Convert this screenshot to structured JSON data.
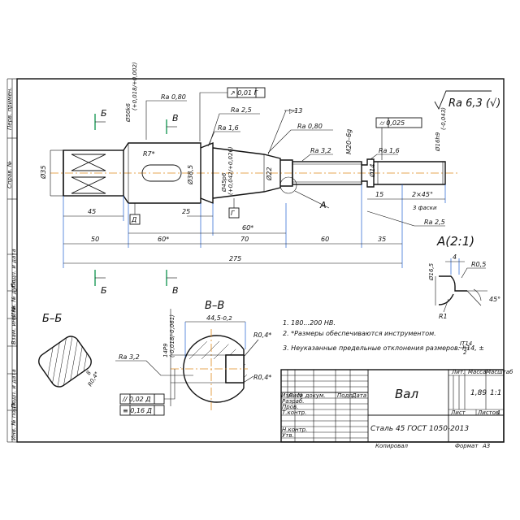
{
  "sections": {
    "b_label": "Б",
    "v_label": "В",
    "bb_title": "Б–Б",
    "vv_title": "В–В",
    "detail_title": "А(2:1)",
    "detail_callout": "А"
  },
  "roughness": {
    "general": "Ra 6,3 (√)",
    "ra080_a": "Ra 0,80",
    "ra25_a": "Ra 2,5",
    "ra16_a": "Ra 1,6",
    "ra080_b": "Ra 0,80",
    "ra32_a": "Ra 3,2",
    "ra16_b": "Ra 1,6",
    "ra25_b": "Ra 2,5",
    "ra32_b": "Ra 3,2",
    "taper": "▷13"
  },
  "tolerances": {
    "runout": "↗ 0,01 Г",
    "cyl": "⌭ 0,025",
    "parallel": "// 0,02 Д",
    "symmetry": "≡ 0,16 Д"
  },
  "dimensions": {
    "d50": "Ø50k6",
    "d50tol": "(+0,018/+0,002)",
    "d35": "Ø35",
    "d38": "Ø38,5",
    "d45": "Ø45p6",
    "d45tol": "(+0,042/+0,026)",
    "d22": "Ø22",
    "thread": "М20–6g",
    "d14": "Ø14",
    "d16": "Ø16h9",
    "d16tol": "(-0,043)",
    "r7": "R7*",
    "l45": "45",
    "l25": "25",
    "l60a": "60*",
    "l60b": "60*",
    "l50": "50",
    "l70": "70",
    "l60c": "60",
    "l35": "35",
    "l275": "275",
    "l15": "15",
    "chamfer": "2×45°",
    "chamfer_count": "3 фаски",
    "datum_d": "Д",
    "datum_g": "Г",
    "vv_445": "44,5",
    "vv_445tol": "-0,2",
    "vv_d": "14P9",
    "vv_dtol": "(-0,018/-0,061)",
    "vv_r1": "R0,4*",
    "vv_r2": "R0,4*",
    "bb_size": "8",
    "bb_r": "R0,4*",
    "det_4": "4",
    "det_r05": "R0,5",
    "det_d": "Ø16,5",
    "det_r1": "R1",
    "det_45": "45°"
  },
  "notes": [
    "1. 180...200 HB.",
    "2. *Размеры обеспечиваются инструментом.",
    "3. Неуказанные предельные отклонения размеров: h14, ±",
    "IT14",
    "2"
  ],
  "title_block": {
    "name": "Вал",
    "material": "Сталь 45  ГОСТ 1050-2013",
    "mass": "1,89",
    "scale": "1:1",
    "lit_h": "Лит.",
    "mass_h": "Масса",
    "scale_h": "Масштаб",
    "sheet": "Лист",
    "sheets": "Листов",
    "sheets_n": "1",
    "rows": [
      "Изм.",
      "Лист",
      "№ докум.",
      "Подп.",
      "Дата"
    ],
    "roles": [
      "Разраб.",
      "Пров.",
      "Т.контр.",
      "Н.контр.",
      "Утв."
    ],
    "copied": "Копировал",
    "format": "Формат",
    "format_v": "А3"
  },
  "sidebar": {
    "labels": [
      "Перв. примен.",
      "Справ. №",
      "Подп. и дата",
      "Инв. № дубл.",
      "Взам. инв. №",
      "Подп. и дата",
      "Инв. № подл."
    ]
  }
}
